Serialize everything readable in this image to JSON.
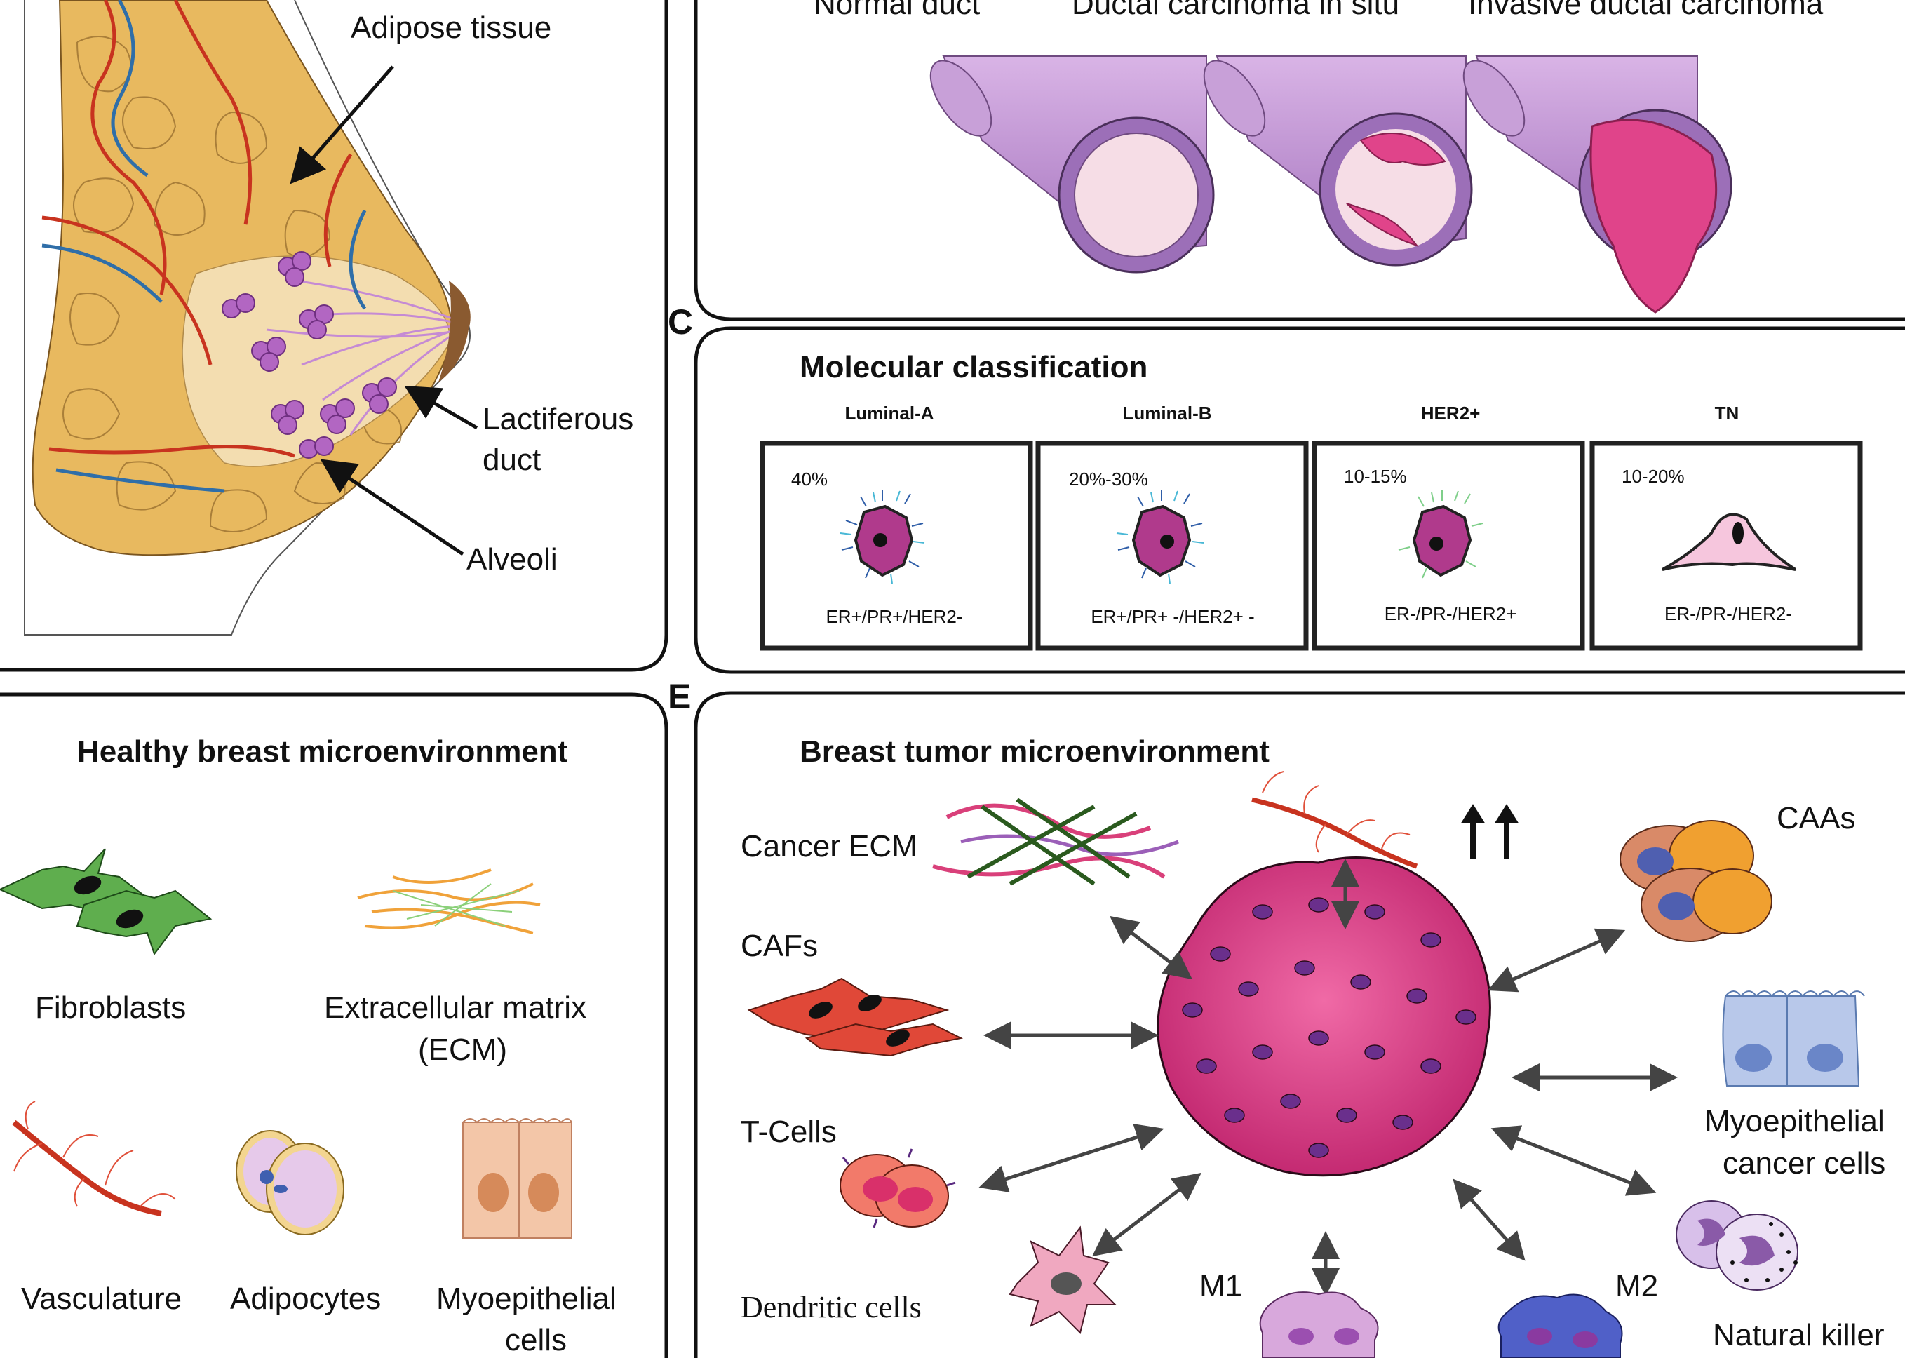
{
  "panel_letters": {
    "c": "C",
    "e": "E"
  },
  "anatomy": {
    "adipose": "Adipose tissue",
    "lactiferous_1": "Lactiferous",
    "lactiferous_2": "duct",
    "alveoli": "Alveoli"
  },
  "progression": {
    "normal": "Normal duct",
    "dcis": "Ductal carcinoma in situ",
    "idc": "Invasive ductal carcinoma"
  },
  "classification": {
    "title": "Molecular classification",
    "subtypes": [
      {
        "name": "Luminal-A",
        "percent": "40%",
        "receptors": "ER+/PR+/HER2-"
      },
      {
        "name": "Luminal-B",
        "percent": "20%-30%",
        "receptors": "ER+/PR+ -/HER2+ -"
      },
      {
        "name": "HER2+",
        "percent": "10-15%",
        "receptors": "ER-/PR-/HER2+"
      },
      {
        "name": "TN",
        "percent": "10-20%",
        "receptors": "ER-/PR-/HER2-"
      }
    ]
  },
  "healthy": {
    "title": "Healthy breast microenvironment",
    "fibroblasts": "Fibroblasts",
    "ecm_1": "Extracellular matrix",
    "ecm_2": "(ECM)",
    "vasculature": "Vasculature",
    "adipocytes": "Adipocytes",
    "myo_1": "Myoepithelial",
    "myo_2": "cells"
  },
  "tumor": {
    "title": "Breast tumor microenvironment",
    "cancer_ecm": "Cancer ECM",
    "cafs": "CAFs",
    "tcells": "T-Cells",
    "dendritic": "Dendritic cells",
    "m1": "M1",
    "m2": "M2",
    "caas": "CAAs",
    "myo_cancer_1": "Myoepithelial",
    "myo_cancer_2": "cancer cells",
    "nk": "Natural killer"
  },
  "colors": {
    "adipose": "#e8b95f",
    "tumor": "#e0448a",
    "duct": "#c89ad6",
    "vessel": "#c8331f",
    "fibroblast": "#5fae4e"
  }
}
